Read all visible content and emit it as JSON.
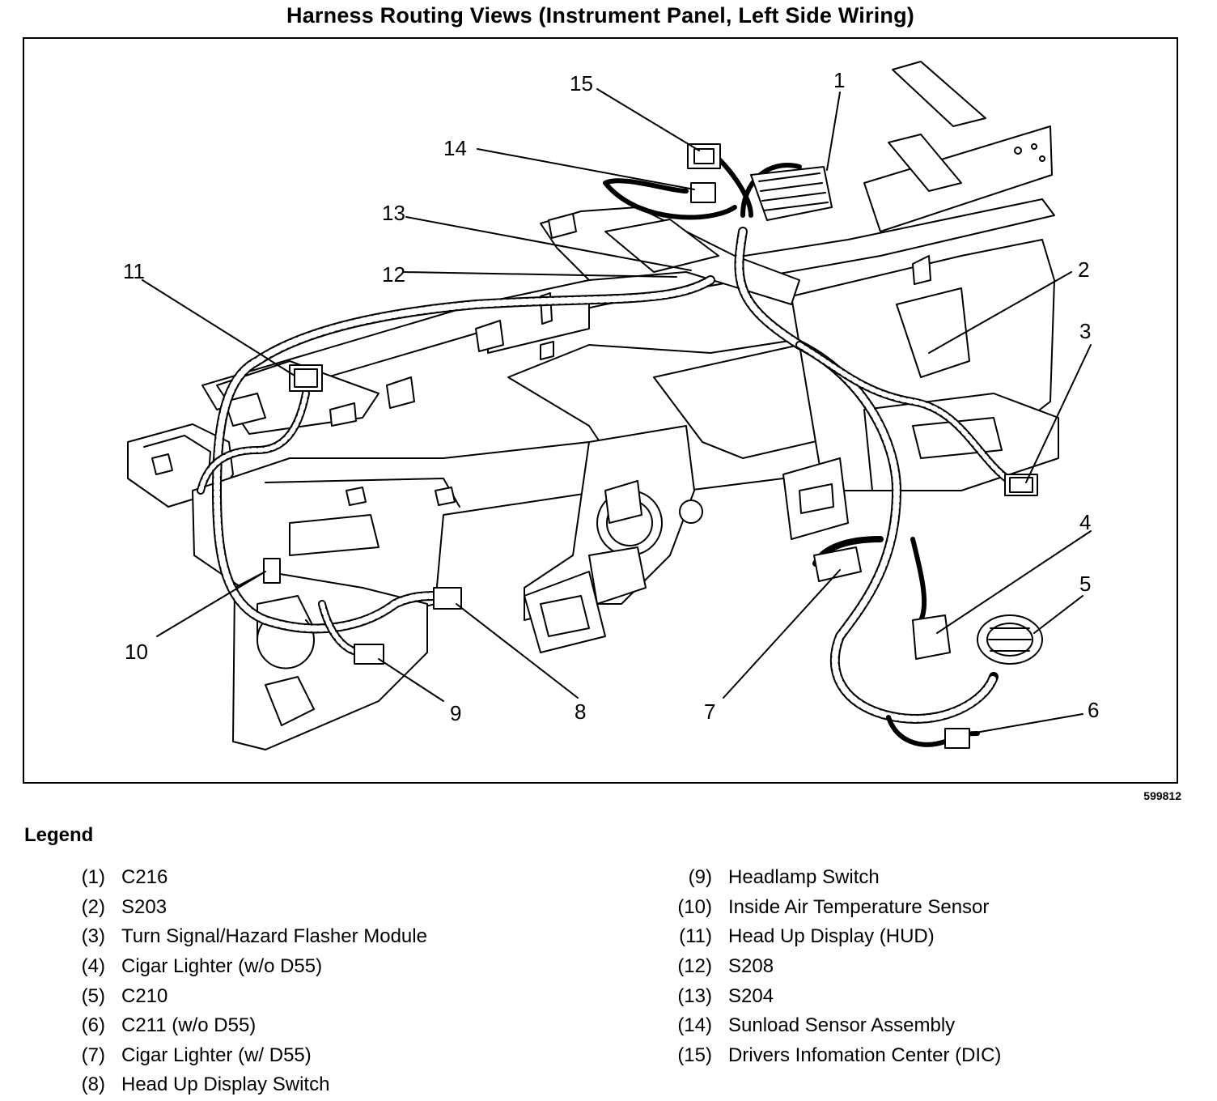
{
  "title": "Harness Routing Views (Instrument Panel, Left Side Wiring)",
  "figure_id": "599812",
  "callouts": [
    "1",
    "2",
    "3",
    "4",
    "5",
    "6",
    "7",
    "8",
    "9",
    "10",
    "11",
    "12",
    "13",
    "14",
    "15"
  ],
  "legend": {
    "title": "Legend",
    "items": [
      {
        "num": "(1)",
        "label": "C216"
      },
      {
        "num": "(2)",
        "label": "S203"
      },
      {
        "num": "(3)",
        "label": "Turn Signal/Hazard Flasher Module"
      },
      {
        "num": "(4)",
        "label": "Cigar Lighter (w/o D55)"
      },
      {
        "num": "(5)",
        "label": "C210"
      },
      {
        "num": "(6)",
        "label": "C211 (w/o D55)"
      },
      {
        "num": "(7)",
        "label": "Cigar Lighter (w/ D55)"
      },
      {
        "num": "(8)",
        "label": "Head Up Display Switch"
      },
      {
        "num": "(9)",
        "label": "Headlamp Switch"
      },
      {
        "num": "(10)",
        "label": "Inside Air Temperature Sensor"
      },
      {
        "num": "(11)",
        "label": "Head Up Display (HUD)"
      },
      {
        "num": "(12)",
        "label": "S208"
      },
      {
        "num": "(13)",
        "label": "S204"
      },
      {
        "num": "(14)",
        "label": "Sunload Sensor Assembly"
      },
      {
        "num": "(15)",
        "label": "Drivers Infomation Center (DIC)"
      }
    ]
  }
}
